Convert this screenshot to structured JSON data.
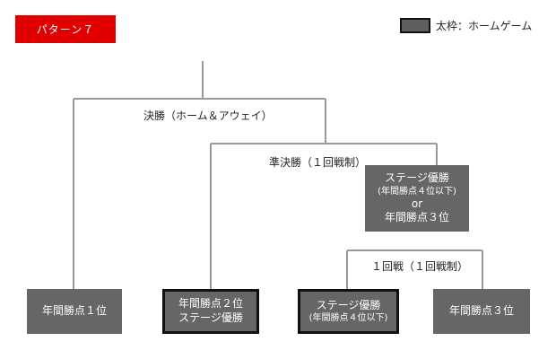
{
  "header": {
    "pattern_label": "パターン７",
    "legend_label": "太枠：ホームゲーム"
  },
  "rounds": {
    "final": "決勝（ホーム＆アウェイ）",
    "semifinal": "準決勝（１回戦制）",
    "first_round": "１回戦（１回戦制）"
  },
  "boxes": {
    "rank1": {
      "line1": "年間勝点１位"
    },
    "rank2_stage": {
      "line1": "年間勝点２位",
      "line2": "ステージ優勝"
    },
    "stage_upper": {
      "line1": "ステージ優勝",
      "line2": "(年間勝点４位以下)",
      "line3": "or",
      "line4": "年間勝点３位"
    },
    "stage_lower": {
      "line1": "ステージ優勝",
      "line2": "(年間勝点４位以下)"
    },
    "rank3": {
      "line1": "年間勝点３位"
    }
  },
  "colors": {
    "red_tag": "#e00000",
    "box_fill": "#666666",
    "thick_border": "#111111",
    "line": "#9a9a9a"
  }
}
